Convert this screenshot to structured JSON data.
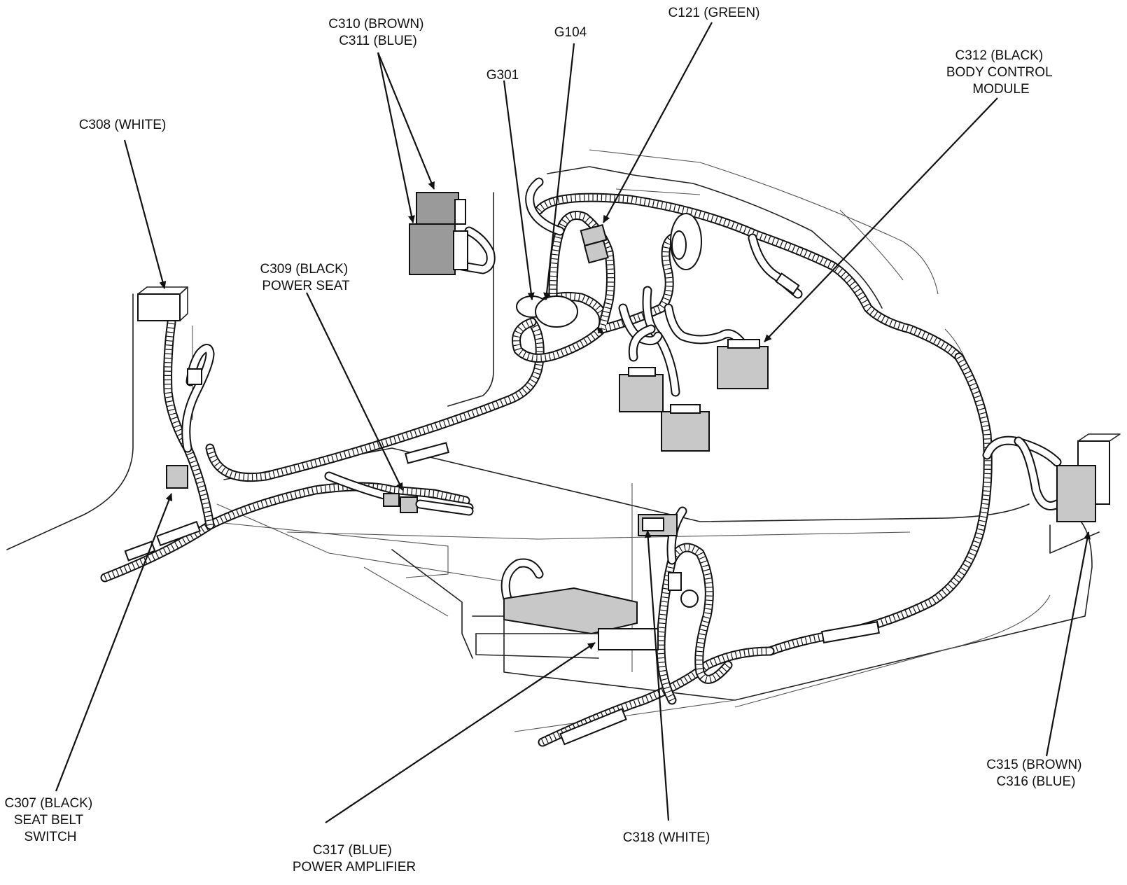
{
  "diagram": {
    "labels": {
      "c310_c311": [
        "C310 (BROWN)",
        "C311 (BLUE)"
      ],
      "g104": [
        "G104"
      ],
      "c121": [
        "C121 (GREEN)"
      ],
      "g301": [
        "G301"
      ],
      "c312": [
        "C312 (BLACK)",
        "BODY CONTROL",
        "MODULE"
      ],
      "c308": [
        "C308 (WHITE)"
      ],
      "c309": [
        "C309 (BLACK)",
        "POWER SEAT"
      ],
      "c307": [
        "C307 (BLACK)",
        "SEAT BELT",
        "SWITCH"
      ],
      "c317": [
        "C317 (BLUE)",
        "POWER AMPLIFIER"
      ],
      "c318": [
        "C318 (WHITE)"
      ],
      "c315_c316": [
        "C315 (BROWN)",
        "C316 (BLUE)"
      ]
    },
    "icons": [
      "arrowhead-icon",
      "connector-icon",
      "ground-terminal-icon",
      "wiring-harness-icon"
    ]
  }
}
